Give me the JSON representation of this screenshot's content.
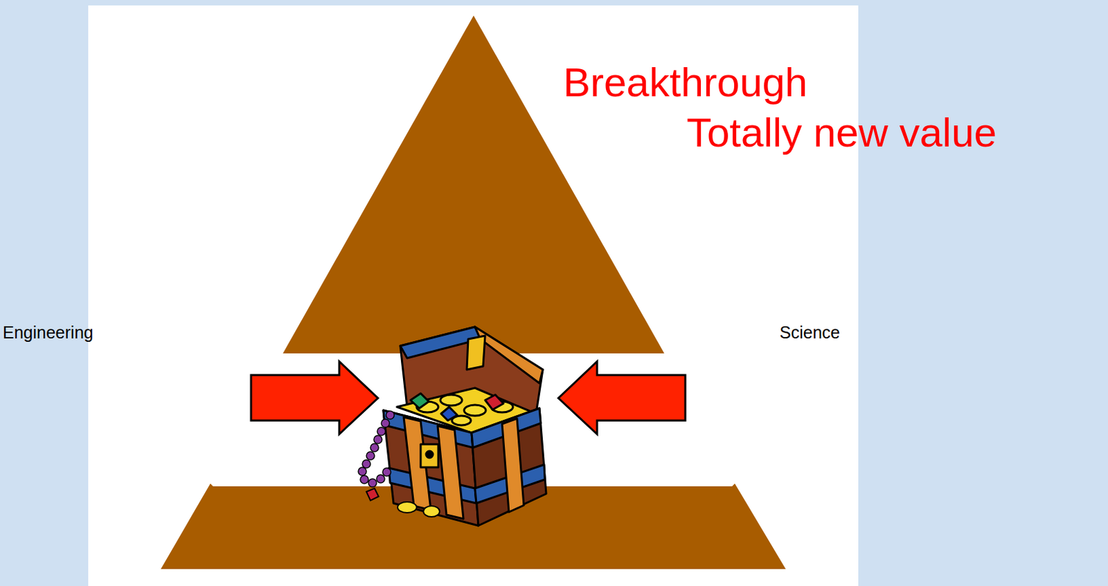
{
  "diagram": {
    "labels": [
      "Breakthrough",
      "Totally new value",
      "Engineering",
      "Science"
    ]
  }
}
